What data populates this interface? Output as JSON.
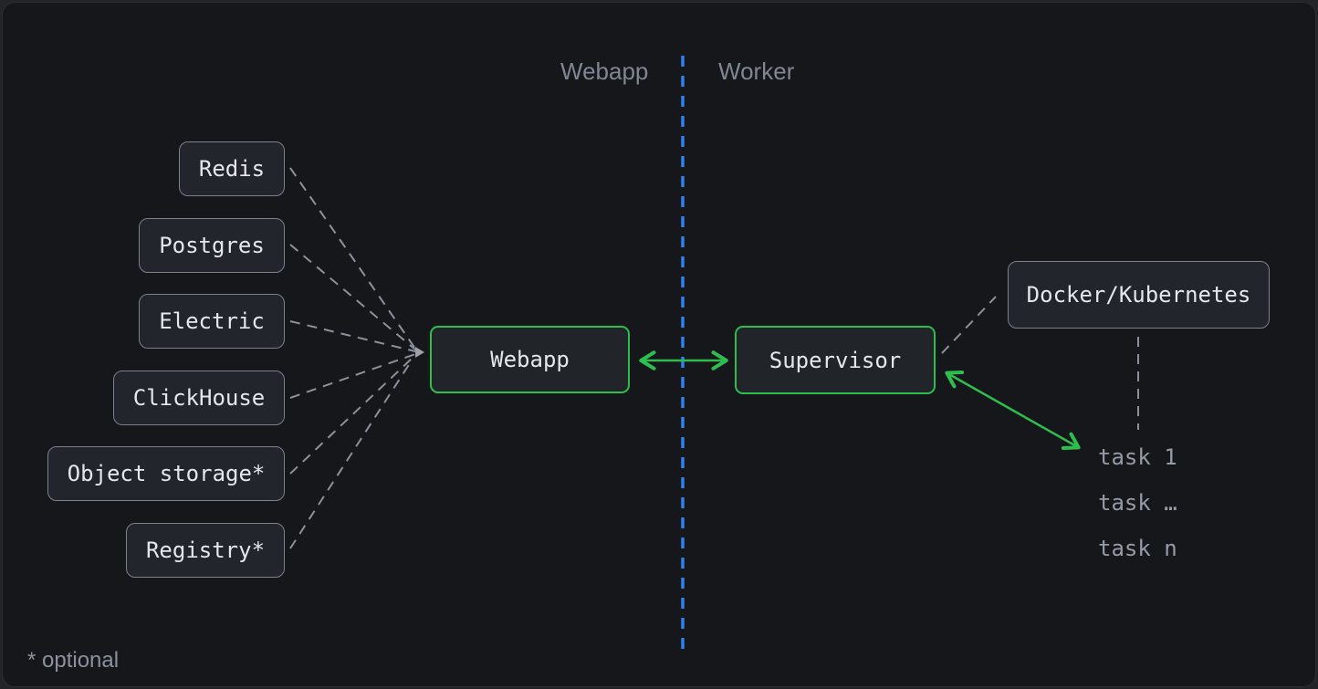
{
  "diagram": {
    "lanes": {
      "left_label": "Webapp",
      "right_label": "Worker"
    },
    "dependencies": [
      {
        "label": "Redis"
      },
      {
        "label": "Postgres"
      },
      {
        "label": "Electric"
      },
      {
        "label": "ClickHouse"
      },
      {
        "label": "Object storage*"
      },
      {
        "label": "Registry*"
      }
    ],
    "nodes": {
      "webapp": {
        "label": "Webapp"
      },
      "supervisor": {
        "label": "Supervisor"
      },
      "orchestrator": {
        "label": "Docker/Kubernetes"
      }
    },
    "tasks": [
      "task 1",
      "task …",
      "task n"
    ],
    "footnote": "* optional",
    "edges": [
      {
        "from": "Redis",
        "to": "Webapp",
        "style": "dashed-gray"
      },
      {
        "from": "Postgres",
        "to": "Webapp",
        "style": "dashed-gray"
      },
      {
        "from": "Electric",
        "to": "Webapp",
        "style": "dashed-gray"
      },
      {
        "from": "ClickHouse",
        "to": "Webapp",
        "style": "dashed-gray"
      },
      {
        "from": "Object storage*",
        "to": "Webapp",
        "style": "dashed-gray"
      },
      {
        "from": "Registry*",
        "to": "Webapp",
        "style": "dashed-gray"
      },
      {
        "from": "Webapp",
        "to": "Supervisor",
        "style": "green-double-arrow"
      },
      {
        "from": "Supervisor",
        "to": "Docker/Kubernetes",
        "style": "dashed-gray"
      },
      {
        "from": "Docker/Kubernetes",
        "to": "tasks",
        "style": "dashed-gray"
      },
      {
        "from": "Supervisor",
        "to": "task 1",
        "style": "green-double-arrow"
      }
    ],
    "colors": {
      "canvas_bg": "#16171b",
      "node_bg": "#22252b",
      "node_border_gray": "#7b828d",
      "node_text": "#e4e7eb",
      "accent_green": "#2ebe4e",
      "divider_blue": "#2f80f0",
      "dash_gray": "#8b919b",
      "muted_text": "#8b929d"
    }
  }
}
